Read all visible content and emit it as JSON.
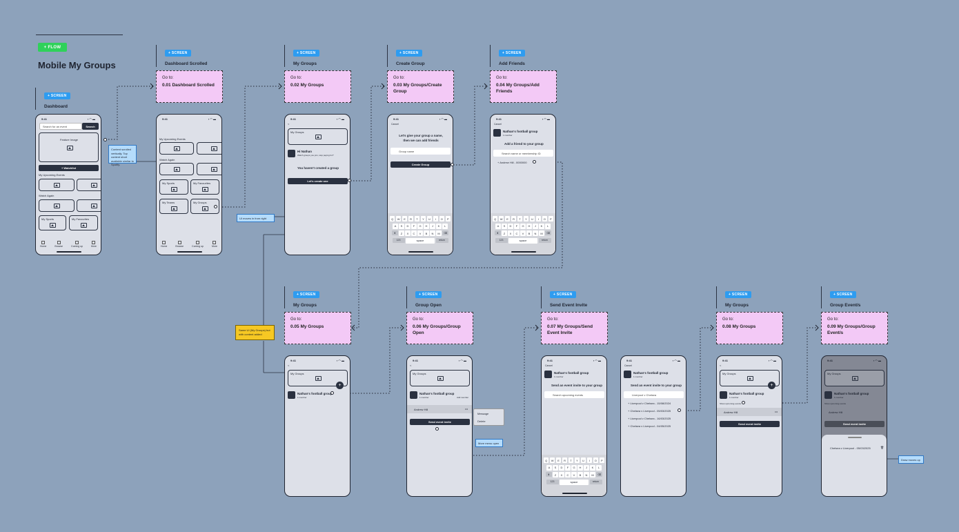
{
  "flow": {
    "tag": "+ FLOW",
    "title": "Mobile My Groups"
  },
  "screen_tag": "+ SCREEN",
  "headers": [
    "Dashboard",
    "Dashboard Scrolled",
    "My Groups",
    "Create Group",
    "Add Friends",
    "My Groups",
    "Group Open",
    "Send Event Invite",
    "My Groups",
    "Group Event/s"
  ],
  "goto_label": "Go to:",
  "gotos": [
    "0.01 Dashboard Scrolled",
    "0.02 My Groups",
    "0.03 My Groups/Create Group",
    "0.04 My Groups/Add Friends",
    "0.05 My Groups",
    "0.06 My Groups/Group Open",
    "0.07 My Groups/Send Event Invite",
    "0.08 My Groups",
    "0.09 My Groups/Group Event/s"
  ],
  "status_time": "9:41",
  "status_icons": "▪ ◠ ▬",
  "dashboard": {
    "search_placeholder": "Search for an event",
    "search_btn": "Search",
    "feature": "Feature Image",
    "watchlist": "+ Watchlist",
    "upcoming": "My Upcoming Events",
    "watch_again": "Watch Again",
    "sports": "My Sports",
    "favourites": "My Favourites",
    "tabs": [
      "Home",
      "Browse",
      "Coming up",
      "More"
    ]
  },
  "scrolled": {
    "upcoming": "My Upcoming Events",
    "watch_again": "Watch Again",
    "sports": "My Sports",
    "favourites": "My Favourites",
    "teams": "My Teams",
    "groups": "My Groups",
    "tabs": [
      "Home",
      "Browse",
      "Coming up",
      "More"
    ]
  },
  "mygroups": {
    "back": "<",
    "card": "My Groups",
    "hi": "Hi Nathan",
    "hi_sub": "Watch groups you join, stop paying for?",
    "empty": "You haven't created a group",
    "cta": "Let's create one"
  },
  "create": {
    "cancel": "Cancel",
    "heading": "Let's give your group a name, then we can add friends",
    "placeholder": "Group name",
    "btn": "Create Group"
  },
  "friends": {
    "cancel": "Cancel",
    "group": "Nathan's football group",
    "group_sub": "1 member",
    "add": "Add a friend to your group",
    "search": "Search name or membership ID",
    "result": "+ Andrew Hill - 0000000"
  },
  "keyboard": {
    "r1": [
      "Q",
      "W",
      "E",
      "R",
      "T",
      "Y",
      "U",
      "I",
      "O",
      "P"
    ],
    "r2": [
      "A",
      "S",
      "D",
      "F",
      "G",
      "H",
      "J",
      "K",
      "L"
    ],
    "r3": [
      "Z",
      "X",
      "C",
      "V",
      "B",
      "N",
      "M"
    ],
    "shift": "⬆",
    "del": "⌫",
    "num": "123",
    "space": "space",
    "ret": "return"
  },
  "groups2": {
    "card": "My Groups",
    "group": "Nathan's football group",
    "sub": "1 member",
    "plus": "+"
  },
  "open": {
    "card": "My Groups",
    "group": "Nathan's football group",
    "sub": "1 member",
    "add_member": "Add member",
    "member": "Andrew Hill",
    "more": "•••",
    "send": "Send event invite",
    "menu": [
      "Message",
      "Delete"
    ]
  },
  "invite": {
    "cancel": "Cancel",
    "group": "Nathan's football group",
    "sub": "1 member",
    "heading": "Send an event invite to your group",
    "search": "Search upcoming events",
    "query": "Liverpool v Chelsea",
    "results": [
      "+ Liverpool v Chelsea - 15/08/2024",
      "+ Chelsea v Liverpool - 05/03/2025",
      "+ Liverpool v Chelsea - 16/03/2025",
      "+ Chelsea v Liverpool - 04/05/2025"
    ]
  },
  "groups3": {
    "card": "My Groups",
    "group": "Nathan's football group",
    "sub": "1 member",
    "upcoming": "Show upcoming events",
    "member": "Andrew Hill",
    "more": "•••",
    "send": "Send event invite"
  },
  "events": {
    "card": "My Groups",
    "group": "Nathan's football group",
    "sub": "1 member",
    "upcoming": "Show upcoming events",
    "member": "Andrew Hill",
    "send": "Send event invite",
    "event": "Chelsea v Liverpool - 05/03/2025",
    "trash": "🗑"
  },
  "notes": {
    "scroll": "Content scrolled vertically. Top content short available similar to Spotify.",
    "moves": "UI moves in from right",
    "same": "Same UI (My Groups) but with content added",
    "menu": "More menu open",
    "drawer": "Draw moves up"
  }
}
